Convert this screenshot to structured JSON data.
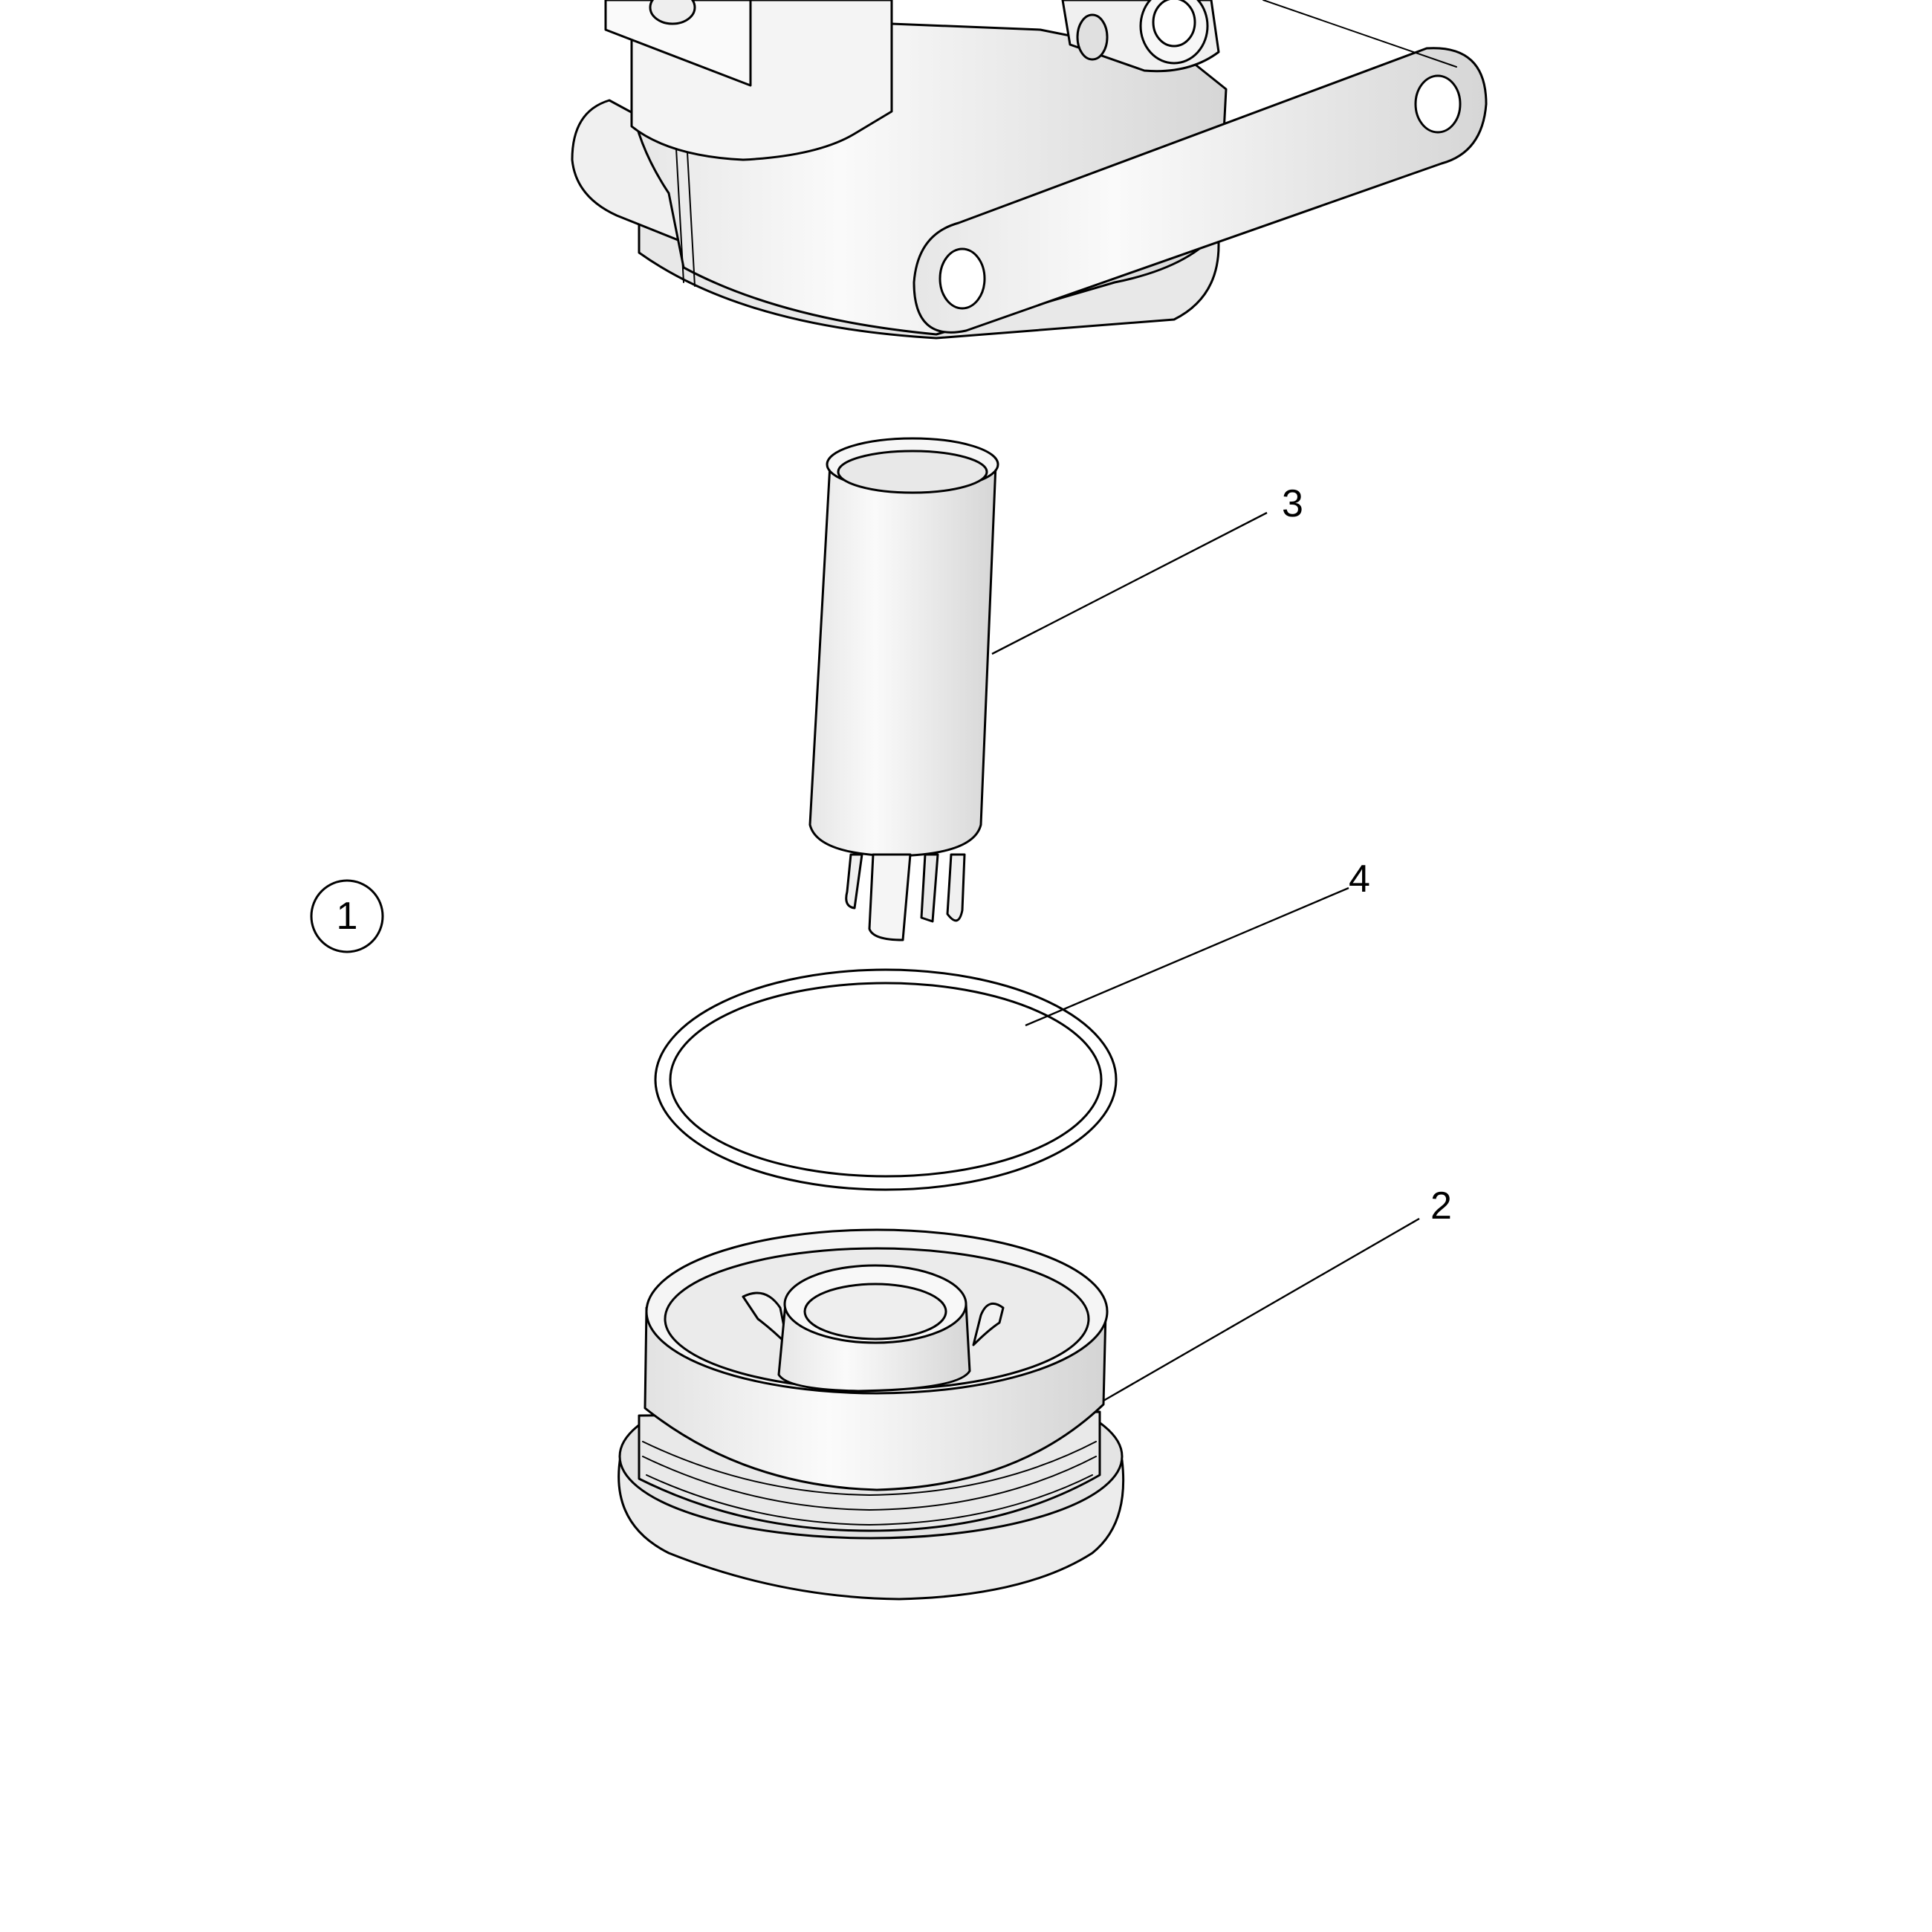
{
  "diagram": {
    "assembly_callout": "1",
    "callouts": [
      {
        "id": "callout-2",
        "text": "2",
        "part": "filter-bowl-base"
      },
      {
        "id": "callout-3",
        "text": "3",
        "part": "filter-element-tube"
      },
      {
        "id": "callout-4",
        "text": "4",
        "part": "o-ring-seal"
      }
    ]
  },
  "colors": {
    "line": "#000000",
    "part_fill": "#f2f2f2",
    "part_shade": "#d9d9d9",
    "background": "#ffffff"
  }
}
